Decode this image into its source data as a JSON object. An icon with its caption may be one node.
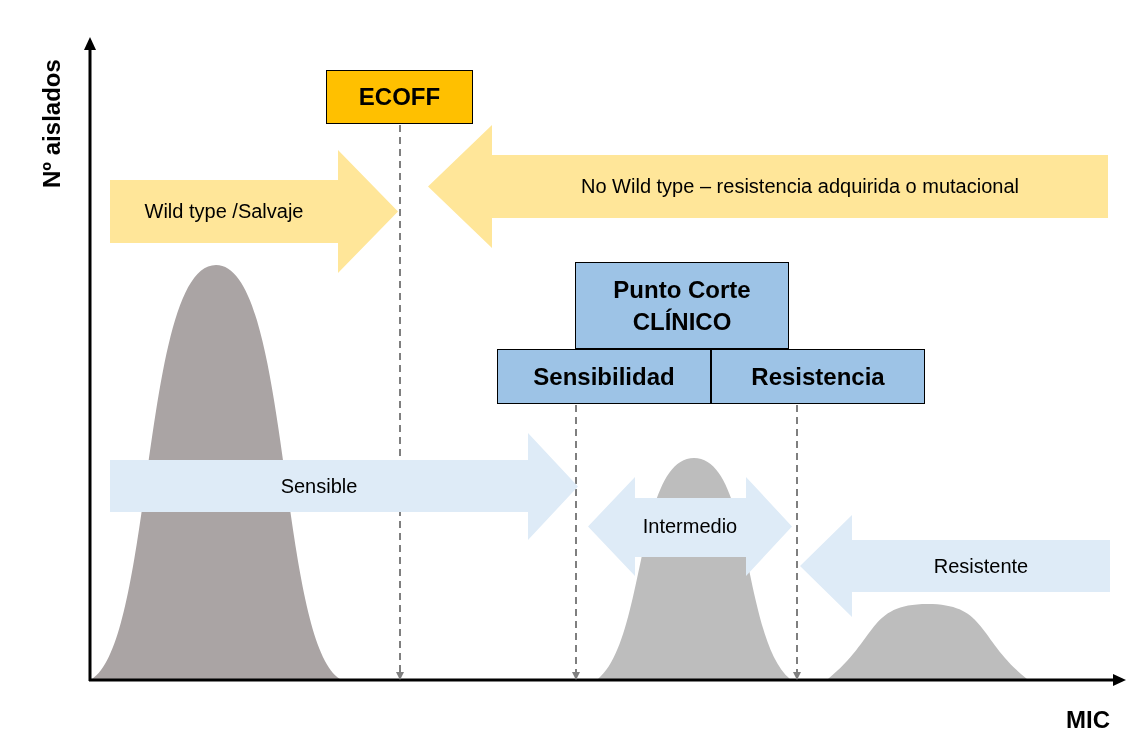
{
  "diagram": {
    "nodes": [
      {
        "text": [
          "ECOFF"
        ]
      },
      {
        "text": [
          "Wild type /Salvaje"
        ]
      },
      {
        "text": [
          "No Wild type – resistencia adquirida o mutacional"
        ]
      },
      {
        "text": [
          "Punto Corte CLÍNICO"
        ]
      },
      {
        "text": [
          "Sensibilidad"
        ]
      },
      {
        "text": [
          "Resistencia"
        ]
      },
      {
        "text": [
          "Sensible"
        ]
      },
      {
        "text": [
          "Intermedio"
        ]
      },
      {
        "text": [
          "Resistente"
        ]
      }
    ],
    "edges": [
      {
        "from": 0,
        "to": null,
        "arrow": "to",
        "style": "dashed"
      },
      {
        "from": 4,
        "to": null,
        "arrow": "to",
        "style": "dashed"
      },
      {
        "from": 5,
        "to": null,
        "arrow": "to",
        "style": "dashed"
      }
    ],
    "labels": [
      "Nº aislados",
      "MIC"
    ]
  }
}
